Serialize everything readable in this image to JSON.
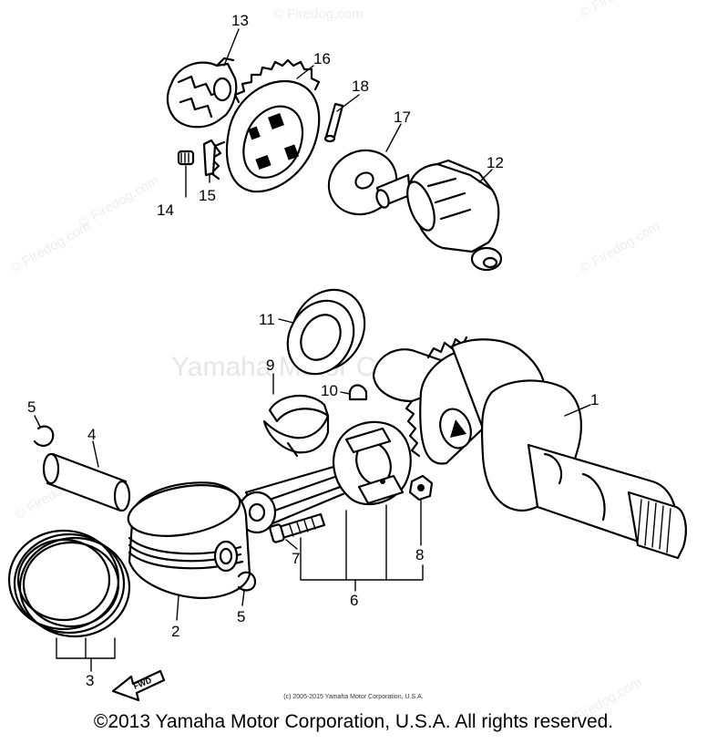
{
  "callouts": {
    "c1": "1",
    "c2": "2",
    "c3": "3",
    "c4": "4",
    "c5a": "5",
    "c5b": "5",
    "c6": "6",
    "c7": "7",
    "c8": "8",
    "c9": "9",
    "c10": "10",
    "c11": "11",
    "c12": "12",
    "c13": "13",
    "c14": "14",
    "c15": "15",
    "c16": "16",
    "c17": "17",
    "c18": "18"
  },
  "watermarks": {
    "firedog": "© Firedog.com",
    "center": "Yamaha Motor Corp., U.S.A."
  },
  "arrow_label": "FWD",
  "footer": {
    "small": "(c) 2005-2015 Yamaha Motor Corporation, U.S.A.",
    "main": "©2013 Yamaha Motor Corporation, U.S.A. All rights reserved."
  }
}
